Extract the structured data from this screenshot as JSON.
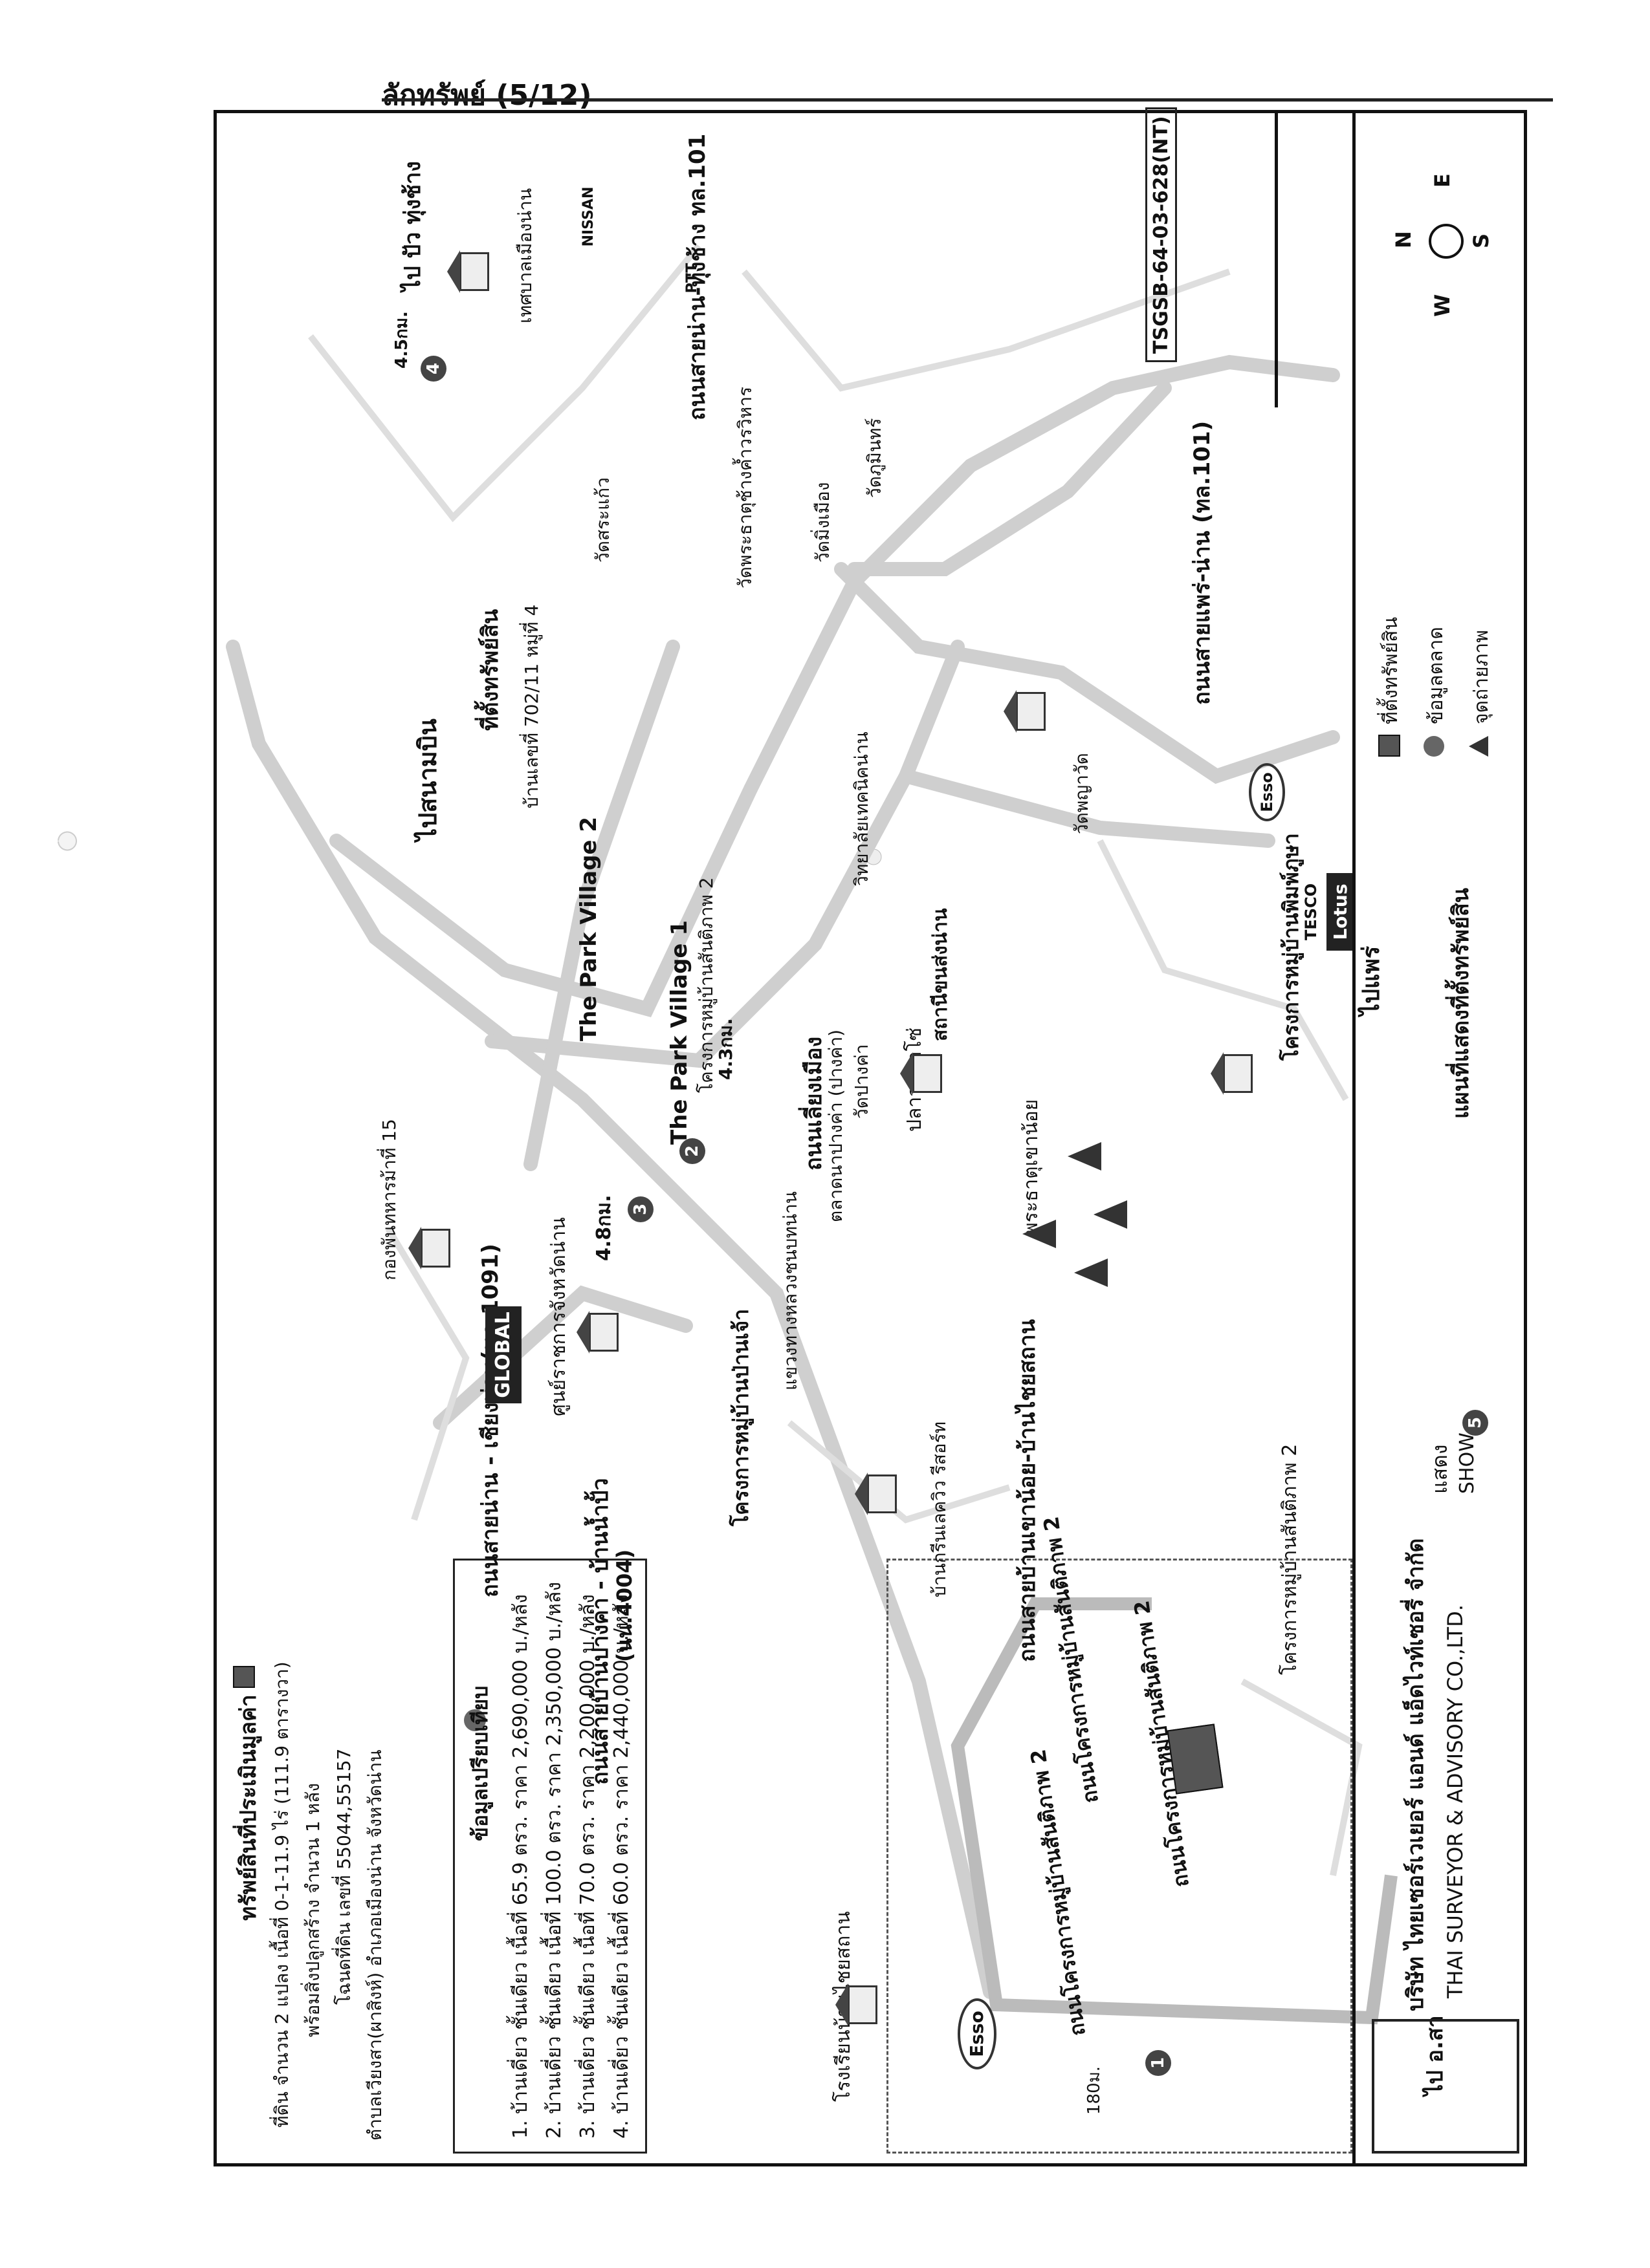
{
  "header": {
    "title": "ลักทรัพย์ (5/12)"
  },
  "legend_subject": {
    "heading": "ทรัพย์สินที่ประเมินมูลค่า",
    "lines": [
      "ที่ดิน จำนวน 2 แปลง เนื้อที่ 0-1-11.9 ไร่ (111.9 ตารางวา)",
      "พร้อมสิ่งปลูกสร้าง จำนวน 1 หลัง",
      "โฉนดที่ดิน เลขที่ 55044,55157",
      "ตำบลเวียงสา(ผาสิงห์) อำเภอเมืองน่าน จังหวัดน่าน"
    ]
  },
  "comparison": {
    "heading": "ข้อมูลเปรียบเทียบ",
    "rows": [
      "1. บ้านเดี่ยว ชั้นเดียว เนื้อที่ 65.9 ตรว. ราคา 2,690,000 บ./หลัง",
      "2. บ้านเดี่ยว ชั้นเดียว เนื้อที่ 100.0 ตรว. ราคา 2,350,000 บ./หลัง",
      "3. บ้านเดี่ยว ชั้นเดียว เนื้อที่ 70.0 ตรว. ราคา 2,200,000 บ./หลัง",
      "4. บ้านเดี่ยว ชั้นเดียว เนื้อที่ 60.0 ตรว. ราคา 2,440,000 บ./หลัง"
    ]
  },
  "map": {
    "roads": {
      "nan_chiangmuan": "ถนนสายน่าน - เชียงม่วน(ทล 1091)",
      "pangkha_bannapue": "ถนนสายบ้านปางค่า - บ้านน้ำปั้ว",
      "road_code": "(นน.4004)",
      "ban_khao_noi": "ถนนสายบ้านเขาน้อย-บ้านไชยสถาน",
      "nan_thungchang": "ถนนสายน่าน-ทุ่งช้าง ทล.101",
      "phrae_nan": "ถนนสายแพร่-น่าน (ทล.101)",
      "liang_mueang": "ถนนเลี่ยงเมือง",
      "to_airport": "ไปสนามบิน",
      "to_phrae": "ไปแพร่",
      "to_pua": "ไป ปัว ทุ่งช้าง",
      "to_sa": "ไป อ.สา"
    },
    "places": {
      "park_village_1": "The Park Village 1",
      "park_village_2": "The Park Village 2",
      "military": "กองพันทหารม้าที่ 15",
      "gov_center": "ศูนย์ราชการจังหวัดน่าน",
      "highways": "แขวงทางหลวงชนบทน่าน",
      "pangkha_project": "โครงการหมู่บ้านป่านเจ้า",
      "wat_pangkha": "วัดปางค่า",
      "talad": "ตลาดนาปางค่า (ปางค่า)",
      "resort": "บ้านกรีนเลควิว รีสอร์ท",
      "wat_prathat": "พระธาตุเขาน้อย",
      "plaza": "ปลาวาพาโซ่",
      "station": "สถานีขนส่งน่าน",
      "college": "วิทยาลัยเทคนิคน่าน",
      "wat_sa": "วัดสระแก้ว",
      "wat_chang_kham": "วัดพระธาตุช้างค้ำวรวิหาร",
      "wat_phumin": "วัดภูมินทร์",
      "wat_ming": "วัดมิ่งเมือง",
      "wat_phaya": "วัดพญาวัด",
      "village_project": "โครงการหมู่บ้านพิมพ์ภูษา",
      "project_2": "โครงการหมู่บ้านสันติภาพ 2",
      "municipal": "เทศบาลเมืองน่าน",
      "school": "โรงเรียนบ้านไชยสถาน",
      "subject_site_label": "ที่ตั้งทรัพย์สิน",
      "subject_address": "บ้านเลขที่ 702/11 หมู่ที่ 4",
      "project_2_big": "โครงการหมู่บ้านสันติภาพ 2",
      "sub_street": "ถนนโครงการหมู่บ้านสันติภาพ 2",
      "distance_180m": "180ม.",
      "distance_4_3": "4.3กม.",
      "distance_4_8": "4.8กม.",
      "distance_4_5": "4.5กม."
    },
    "brands": {
      "global": "GLOBAL",
      "esso": "Esso",
      "tesco": "TESCO",
      "lotus": "Lotus",
      "nissan": "NISSAN",
      "ptt": "PTT"
    },
    "markers": [
      "1",
      "2",
      "3",
      "4",
      "5"
    ]
  },
  "side_panel": {
    "doc_code": "TSGSB-64-03-628(NT)",
    "compass": {
      "n": "N",
      "e": "E",
      "s": "S",
      "w": "W"
    },
    "legend": [
      "ที่ตั้งทรัพย์สิน",
      "ข้อมูลตลาด",
      "จุดถ่ายภาพ"
    ],
    "title": "แผนที่แสดงที่ตั้งทรัพย์สิน"
  },
  "footer": {
    "show_th": "แสดง",
    "show_en": "SHOW",
    "company_th": "บริษัท ไทยเซอร์เวเยอร์ แอนด์ แอ็ดไวท์เซอรี่ จำกัด",
    "company_en": "THAI SURVEYOR & ADVISORY CO.,LTD."
  }
}
